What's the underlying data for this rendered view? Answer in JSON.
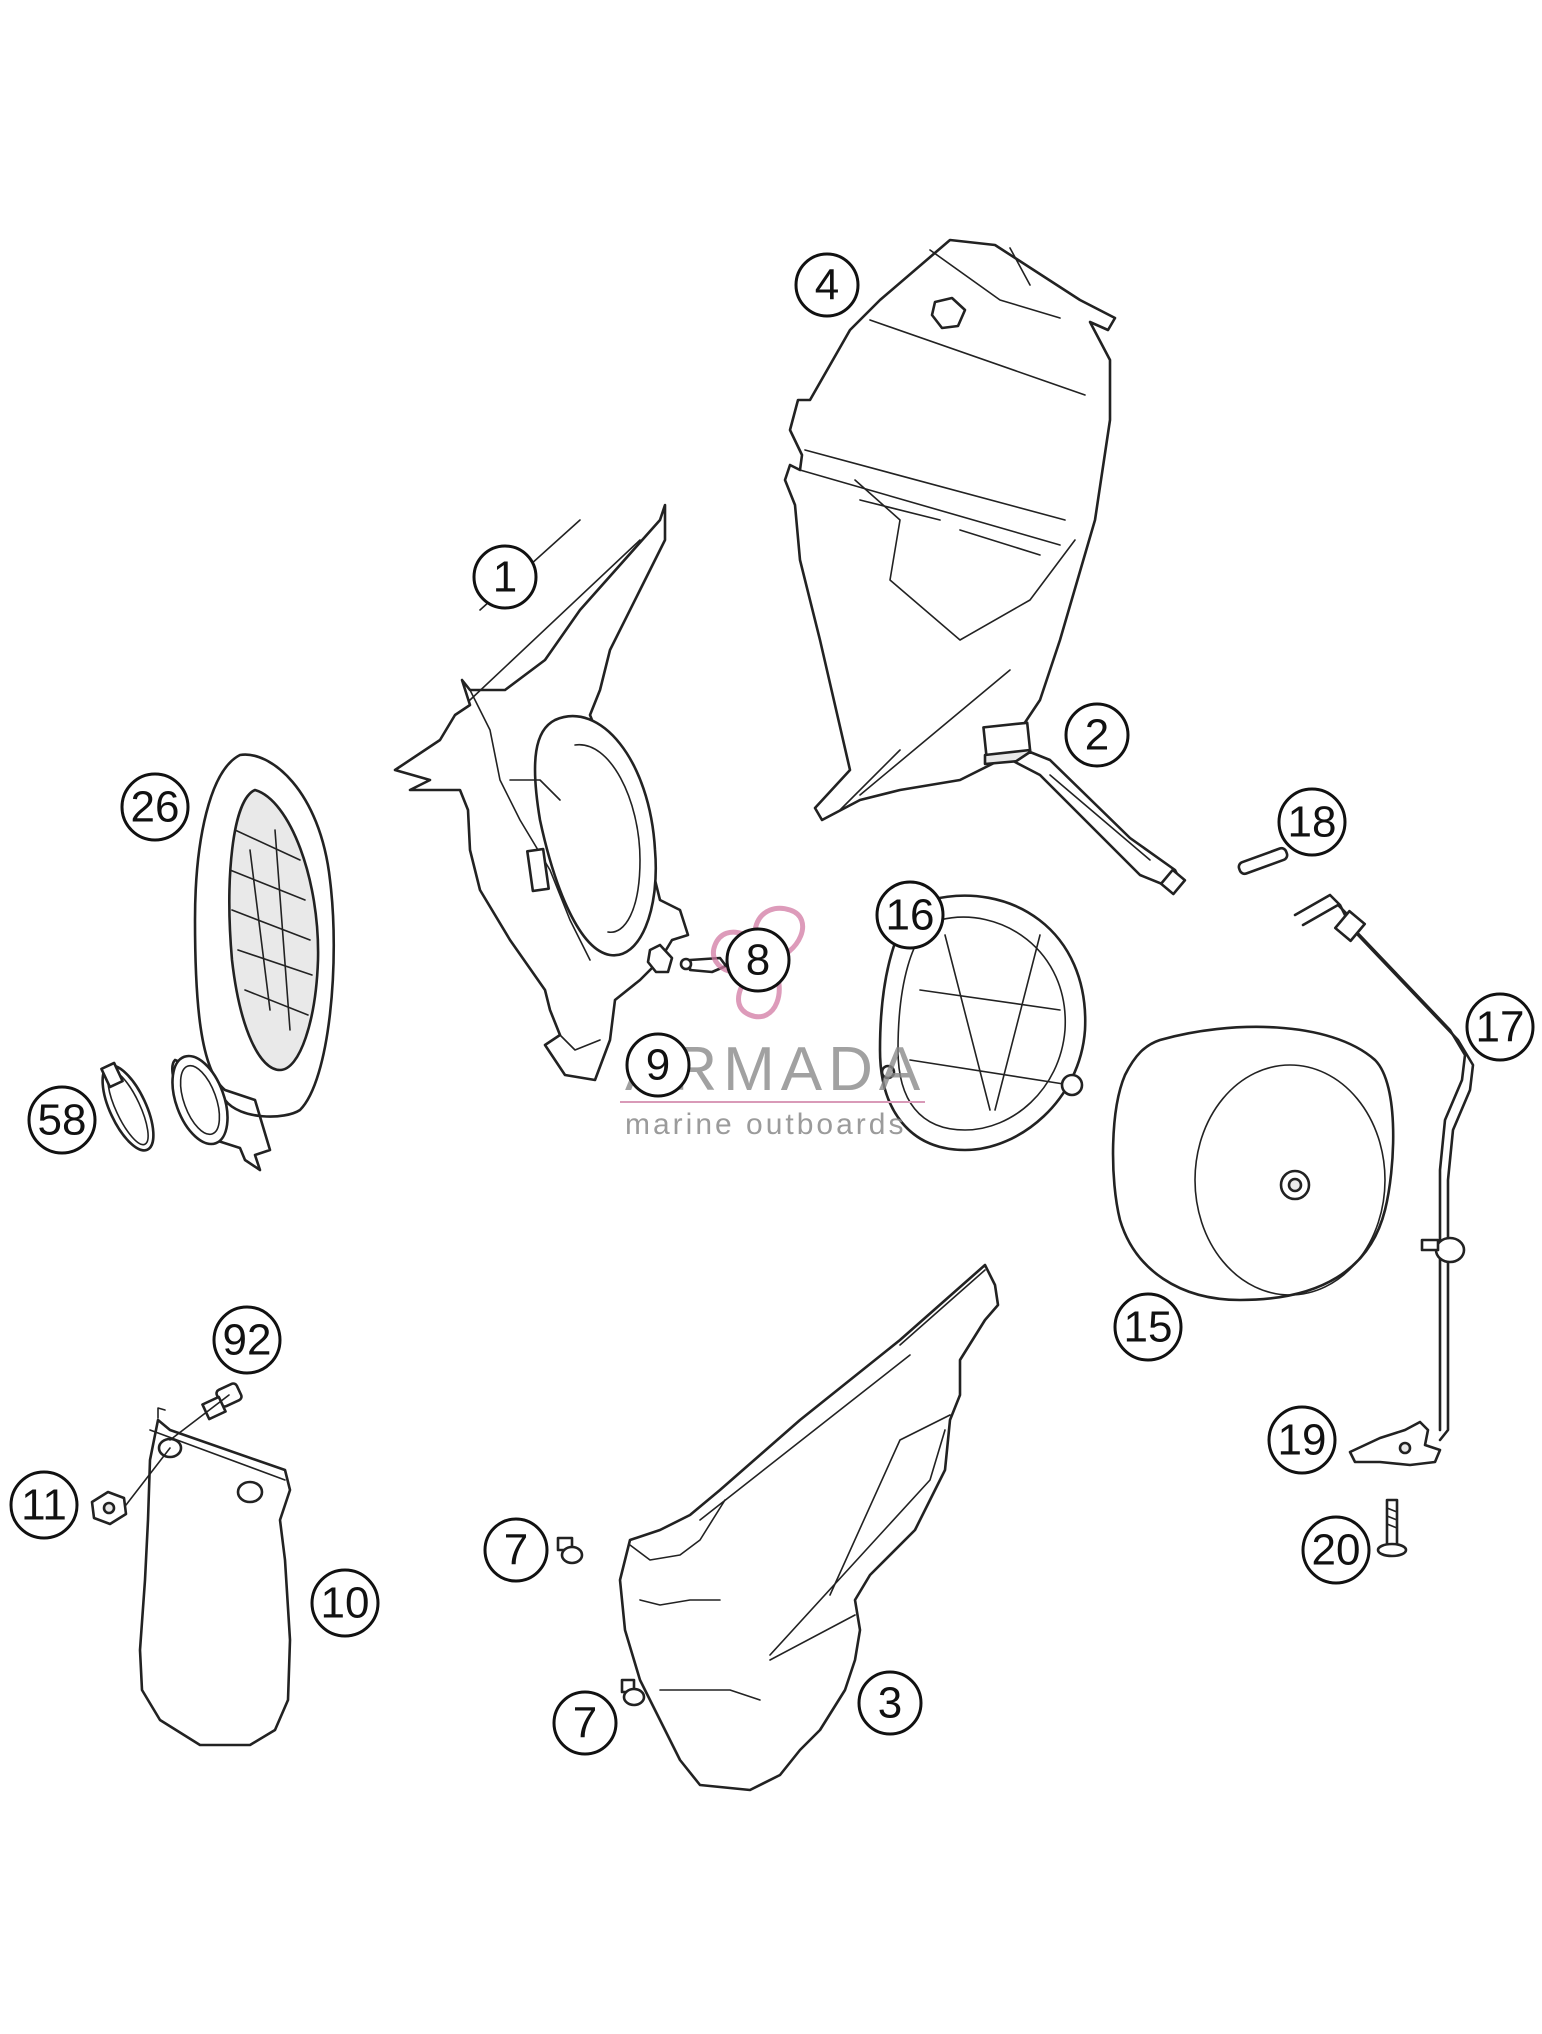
{
  "diagram": {
    "callouts": [
      {
        "id": "c1",
        "label": "1"
      },
      {
        "id": "c2",
        "label": "2"
      },
      {
        "id": "c3",
        "label": "3"
      },
      {
        "id": "c4",
        "label": "4"
      },
      {
        "id": "c7a",
        "label": "7"
      },
      {
        "id": "c7b",
        "label": "7"
      },
      {
        "id": "c8",
        "label": "8"
      },
      {
        "id": "c9",
        "label": "9"
      },
      {
        "id": "c10",
        "label": "10"
      },
      {
        "id": "c11",
        "label": "11"
      },
      {
        "id": "c15",
        "label": "15"
      },
      {
        "id": "c16",
        "label": "16"
      },
      {
        "id": "c17",
        "label": "17"
      },
      {
        "id": "c18",
        "label": "18"
      },
      {
        "id": "c19",
        "label": "19"
      },
      {
        "id": "c20",
        "label": "20"
      },
      {
        "id": "c26",
        "label": "26"
      },
      {
        "id": "c58",
        "label": "58"
      },
      {
        "id": "c92",
        "label": "92"
      }
    ]
  },
  "watermark": {
    "brand": "ARMADA",
    "tagline": "marine outboards",
    "logo_color": "#d17aa3"
  }
}
